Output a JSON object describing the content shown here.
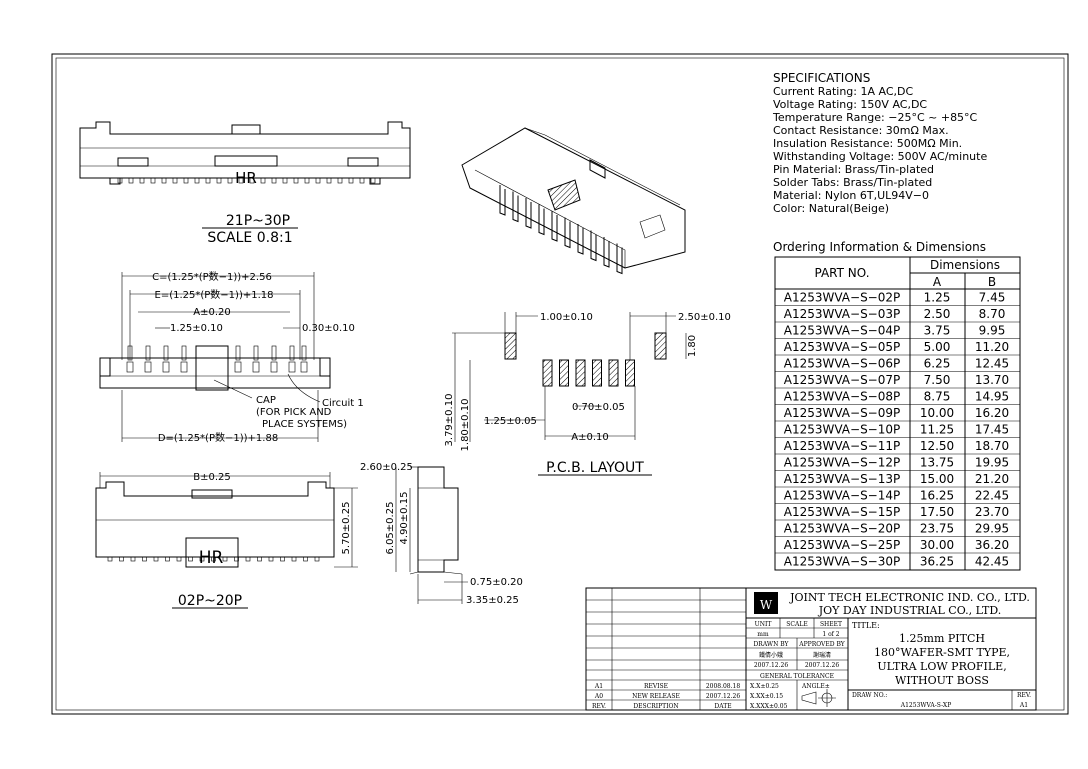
{
  "specifications": {
    "title": "SPECIFICATIONS",
    "lines": [
      "Current Rating: 1A AC,DC",
      "Voltage Rating: 150V AC,DC",
      "Temperature Range: −25°C ~ +85°C",
      "Contact Resistance: 30mΩ Max.",
      "Insulation Resistance: 500MΩ Min.",
      "Withstanding Voltage: 500V AC/minute",
      "Pin Material: Brass/Tin-plated",
      "Solder Tabs: Brass/Tin-plated",
      "Material: Nylon 6T,UL94V−0",
      "Color: Natural(Beige)"
    ]
  },
  "ordering": {
    "title": "Ordering Information & Dimensions",
    "col_part": "PART NO.",
    "col_dims": "Dimensions",
    "col_a": "A",
    "col_b": "B",
    "rows": [
      {
        "part": "A1253WVA−S−02P",
        "a": "1.25",
        "b": "7.45"
      },
      {
        "part": "A1253WVA−S−03P",
        "a": "2.50",
        "b": "8.70"
      },
      {
        "part": "A1253WVA−S−04P",
        "a": "3.75",
        "b": "9.95"
      },
      {
        "part": "A1253WVA−S−05P",
        "a": "5.00",
        "b": "11.20"
      },
      {
        "part": "A1253WVA−S−06P",
        "a": "6.25",
        "b": "12.45"
      },
      {
        "part": "A1253WVA−S−07P",
        "a": "7.50",
        "b": "13.70"
      },
      {
        "part": "A1253WVA−S−08P",
        "a": "8.75",
        "b": "14.95"
      },
      {
        "part": "A1253WVA−S−09P",
        "a": "10.00",
        "b": "16.20"
      },
      {
        "part": "A1253WVA−S−10P",
        "a": "11.25",
        "b": "17.45"
      },
      {
        "part": "A1253WVA−S−11P",
        "a": "12.50",
        "b": "18.70"
      },
      {
        "part": "A1253WVA−S−12P",
        "a": "13.75",
        "b": "19.95"
      },
      {
        "part": "A1253WVA−S−13P",
        "a": "15.00",
        "b": "21.20"
      },
      {
        "part": "A1253WVA−S−14P",
        "a": "16.25",
        "b": "22.45"
      },
      {
        "part": "A1253WVA−S−15P",
        "a": "17.50",
        "b": "23.70"
      },
      {
        "part": "A1253WVA−S−20P",
        "a": "23.75",
        "b": "29.95"
      },
      {
        "part": "A1253WVA−S−25P",
        "a": "30.00",
        "b": "36.20"
      },
      {
        "part": "A1253WVA−S−30P",
        "a": "36.25",
        "b": "42.45"
      }
    ]
  },
  "views": {
    "top_label_1": "21P~30P",
    "top_label_2": "SCALE 0.8:1",
    "hr_mark": "HR",
    "bottom_label": "02P~20P",
    "pcb_label": "P.C.B. LAYOUT"
  },
  "dimensions": {
    "c": "C=(1.25*(P数−1))+2.56",
    "e": "E=(1.25*(P数−1))+1.18",
    "a020": "A±0.20",
    "pitch": "1.25±0.10",
    "pin_w": "0.30±0.10",
    "d": "D=(1.25*(P数−1))+1.88",
    "cap_1": "CAP",
    "cap_2": "(FOR PICK AND",
    "cap_3": "PLACE SYSTEMS)",
    "circuit": "Circuit 1",
    "b025": "B±0.25",
    "h570": "5.70±0.25",
    "h260": "2.60±0.25",
    "h605": "6.05±0.25",
    "h490": "4.90±0.15",
    "w075": "0.75±0.20",
    "w335": "3.35±0.25",
    "pcb_100": "1.00±0.10",
    "pcb_250": "2.50±0.10",
    "pcb_180": "1.80",
    "pcb_379": "3.79±0.10",
    "pcb_180b": "1.80±0.10",
    "pcb_070": "0.70±0.05",
    "pcb_125": "1.25±0.05",
    "pcb_a010": "A±0.10"
  },
  "title_block": {
    "company_1": "JOINT TECH ELECTRONIC IND. CO., LTD.",
    "company_2": "JOY DAY INDUSTRIAL CO., LTD.",
    "unit_label": "UNIT",
    "unit_value": "mm",
    "scale_label": "SCALE",
    "sheet_label": "SHEET",
    "sheet_value": "1 of 2",
    "title_label": "TITLE:",
    "title_lines": [
      "1.25mm PITCH",
      "180°WAFER-SMT TYPE,",
      "ULTRA LOW PROFILE,",
      "WITHOUT BOSS"
    ],
    "drawn_by_label": "DRAWN BY",
    "drawn_by": "鐵倩小娥",
    "drawn_date": "2007.12.26",
    "approved_label": "APPROVED BY",
    "approved_by": "謝瑞清",
    "approved_date": "2007.12.26",
    "tolerance_label": "GENERAL TOLERANCE",
    "tol_1": "X.X±0.25",
    "tol_2": "X.XX±0.15",
    "tol_3": "X.XXX±0.05",
    "angle_label": "ANGLE±",
    "drw_no_label": "DRAW NO.:",
    "drw_no": "A1253WVA-S-XP",
    "rev_label": "REV.",
    "rev_value": "A1",
    "rev_rows": [
      {
        "rev": "A1",
        "desc": "REVISE",
        "date": "2008.08.18"
      },
      {
        "rev": "A0",
        "desc": "NEW RELEASE",
        "date": "2007.12.26"
      }
    ],
    "rev_header": {
      "rev": "REV.",
      "desc": "DESCRIPTION",
      "date": "DATE"
    }
  }
}
